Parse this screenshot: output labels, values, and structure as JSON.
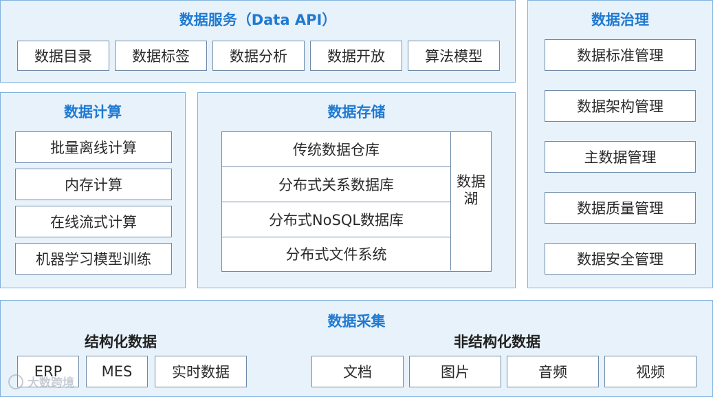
{
  "data_services": {
    "title": "数据服务（Data API）",
    "items": [
      "数据目录",
      "数据标签",
      "数据分析",
      "数据开放",
      "算法模型"
    ]
  },
  "data_governance": {
    "title": "数据治理",
    "items": [
      "数据标准管理",
      "数据架构管理",
      "主数据管理",
      "数据质量管理",
      "数据安全管理"
    ]
  },
  "data_computing": {
    "title": "数据计算",
    "items": [
      "批量离线计算",
      "内存计算",
      "在线流式计算",
      "机器学习模型训练"
    ]
  },
  "data_storage": {
    "title": "数据存储",
    "items": [
      "传统数据仓库",
      "分布式关系数据库",
      "分布式NoSQL数据库",
      "分布式文件系统"
    ],
    "lake_label": "数据湖"
  },
  "data_collection": {
    "title": "数据采集",
    "structured": {
      "title": "结构化数据",
      "items": [
        "ERP",
        "MES",
        "实时数据"
      ]
    },
    "unstructured": {
      "title": "非结构化数据",
      "items": [
        "文档",
        "图片",
        "音频",
        "视频"
      ]
    }
  },
  "watermark": {
    "text": "大数跨境"
  },
  "colors": {
    "accent": "#1f7ad1",
    "panel_bg": "#e8f2fb",
    "panel_border": "#7fb1df",
    "box_border": "#6e8aa8"
  }
}
